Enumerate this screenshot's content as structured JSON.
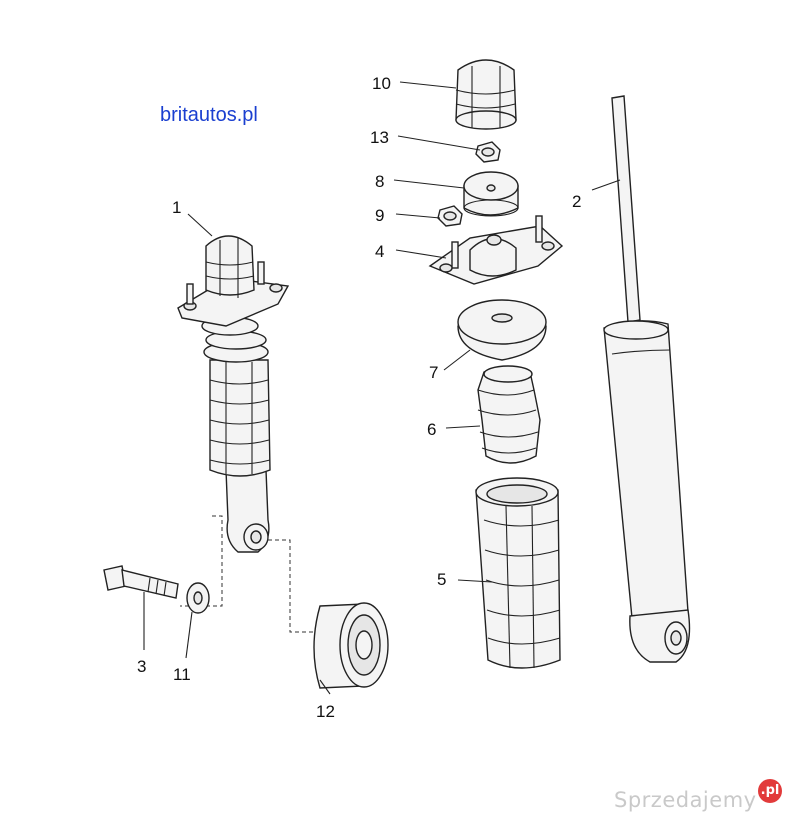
{
  "watermark_site": "britautos.pl",
  "marketplace_watermark": "Sprzedajemy",
  "marketplace_badge": ".pl",
  "callouts": [
    "1",
    "2",
    "3",
    "4",
    "5",
    "6",
    "7",
    "8",
    "9",
    "10",
    "11",
    "12",
    "13"
  ],
  "parts": [
    {
      "num": "1",
      "icon": "shock-absorber-assembly-icon"
    },
    {
      "num": "2",
      "icon": "shock-absorber-icon"
    },
    {
      "num": "3",
      "icon": "bolt-icon"
    },
    {
      "num": "4",
      "icon": "strut-top-mount-icon"
    },
    {
      "num": "5",
      "icon": "dust-boot-icon"
    },
    {
      "num": "6",
      "icon": "bump-stop-icon"
    },
    {
      "num": "7",
      "icon": "spring-seat-icon"
    },
    {
      "num": "8",
      "icon": "mount-bearing-icon"
    },
    {
      "num": "9",
      "icon": "nut-icon"
    },
    {
      "num": "10",
      "icon": "top-cap-icon"
    },
    {
      "num": "11",
      "icon": "washer-icon"
    },
    {
      "num": "12",
      "icon": "bushing-icon"
    },
    {
      "num": "13",
      "icon": "small-nut-icon"
    }
  ]
}
